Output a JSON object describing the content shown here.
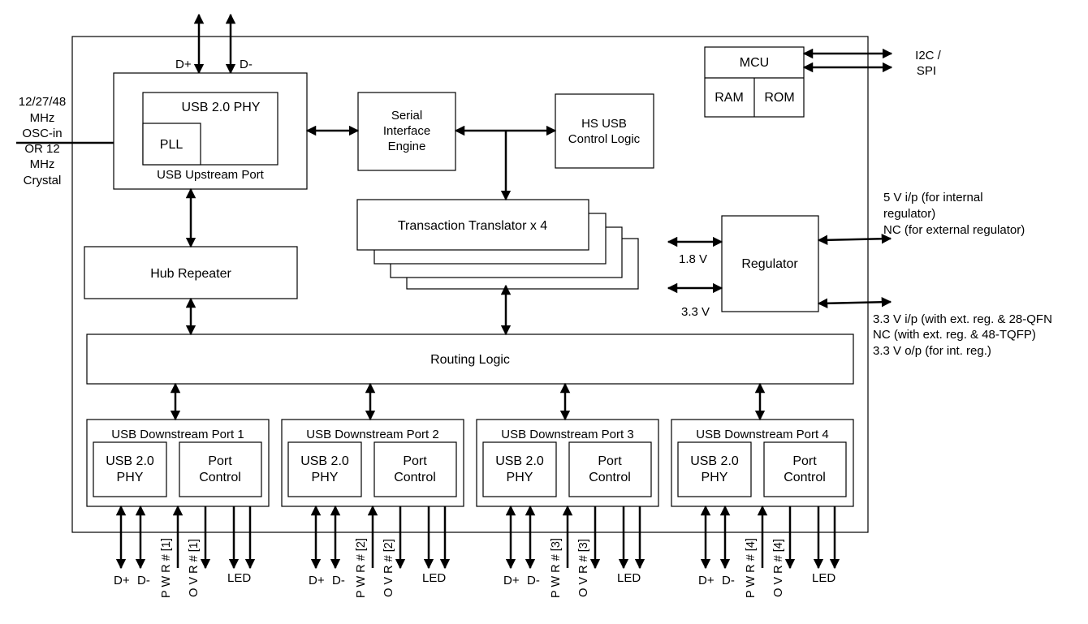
{
  "top_pins": {
    "dplus": "D+",
    "dminus": "D-"
  },
  "osc_input": {
    "lines": [
      "12/27/48",
      "MHz",
      "OSC-in",
      "OR 12",
      "MHz",
      "Crystal"
    ]
  },
  "upstream": {
    "phy": "USB 2.0 PHY",
    "pll": "PLL",
    "label": "USB Upstream Port"
  },
  "sie": {
    "lines": [
      "Serial",
      "Interface",
      "Engine"
    ]
  },
  "hs_logic": {
    "lines": [
      "HS USB",
      "Control Logic"
    ]
  },
  "mcu": {
    "title": "MCU",
    "ram": "RAM",
    "rom": "ROM"
  },
  "i2c": {
    "lines": [
      "I2C /",
      "SPI"
    ]
  },
  "tt": {
    "label": "Transaction Translator x 4"
  },
  "hub_repeater": {
    "label": "Hub Repeater"
  },
  "regulator": {
    "label": "Regulator",
    "v18": "1.8 V",
    "v33": "3.3 V",
    "input_notes": [
      "5 V i/p (for internal",
      "regulator)",
      "NC (for external regulator)"
    ],
    "output_notes": [
      "3.3 V i/p (with ext. reg. & 28-QFN",
      "NC (with ext. reg. & 48-TQFP)",
      "3.3 V o/p (for int. reg.)"
    ]
  },
  "routing": {
    "label": "Routing Logic"
  },
  "ports": [
    {
      "title": "USB Downstream Port 1",
      "phy": [
        "USB 2.0",
        "PHY"
      ],
      "ctrl": [
        "Port",
        "Control"
      ],
      "dplus": "D+",
      "dminus": "D-",
      "pwr": "P W R # [1]",
      "ovr": "O V R # [1]",
      "led": "LED"
    },
    {
      "title": "USB Downstream Port 2",
      "phy": [
        "USB 2.0",
        "PHY"
      ],
      "ctrl": [
        "Port",
        "Control"
      ],
      "dplus": "D+",
      "dminus": "D-",
      "pwr": "P W R # [2]",
      "ovr": "O V R # [2]",
      "led": "LED"
    },
    {
      "title": "USB Downstream Port 3",
      "phy": [
        "USB 2.0",
        "PHY"
      ],
      "ctrl": [
        "Port",
        "Control"
      ],
      "dplus": "D+",
      "dminus": "D-",
      "pwr": "P W R # [3]",
      "ovr": "O V R # [3]",
      "led": "LED"
    },
    {
      "title": "USB Downstream Port 4",
      "phy": [
        "USB 2.0",
        "PHY"
      ],
      "ctrl": [
        "Port",
        "Control"
      ],
      "dplus": "D+",
      "dminus": "D-",
      "pwr": "P W R # [4]",
      "ovr": "O V R # [4]",
      "led": "LED"
    }
  ]
}
